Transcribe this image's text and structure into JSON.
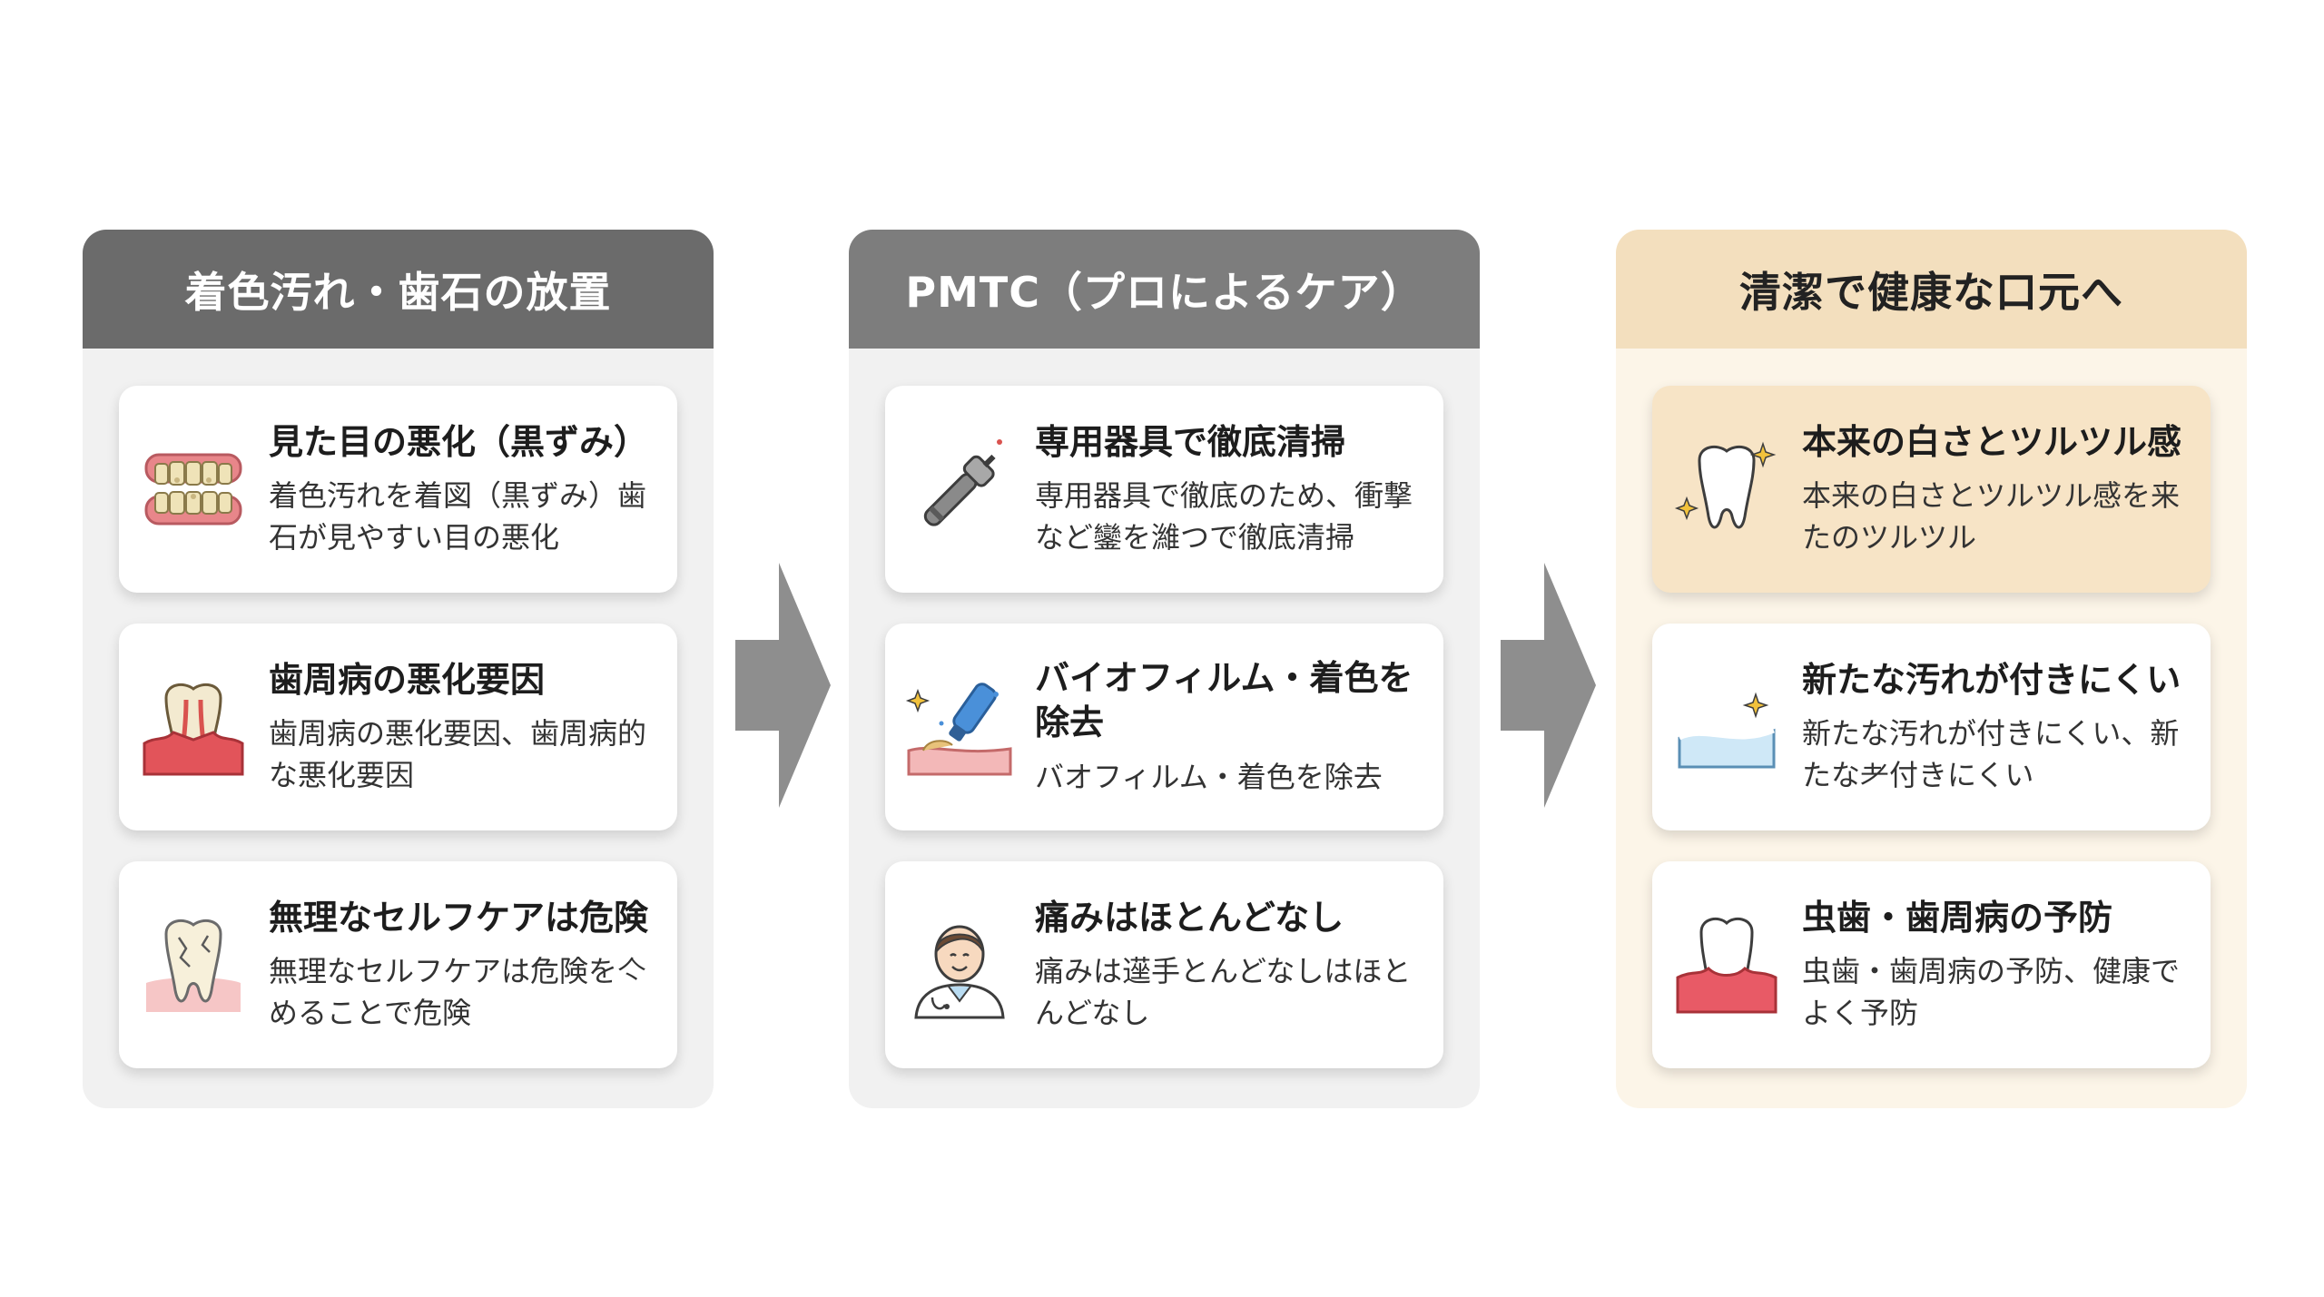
{
  "colors": {
    "left_header": "#6b6b6b",
    "middle_header": "#7d7d7d",
    "right_header": "#f3dfbe",
    "right_panel": "#fcf5e8",
    "highlight_card": "#f7e4c6",
    "arrow": "#8e8e8e"
  },
  "panels": [
    {
      "title": "着色汚れ・歯石の放置",
      "cards": [
        {
          "icon": "dentures-icon",
          "title": "見た目の悪化（黒ずみ）",
          "desc": "着色汚れを着図（黒ずみ）歯石が見やすい目の悪化"
        },
        {
          "icon": "gum-disease-tooth-icon",
          "title": "歯周病の悪化要因",
          "desc": "歯周病の悪化要因、歯周病的な悪化要因"
        },
        {
          "icon": "cracked-tooth-icon",
          "title": "無理なセルフケアは危険",
          "desc": "無理なセルフケアは危険を亽めることで危険"
        }
      ]
    },
    {
      "title": "PMTC（プロによるケア）",
      "cards": [
        {
          "icon": "dental-handpiece-icon",
          "title": "専用器具で徹底清掃",
          "desc": "専用器具で徹底のため、衝撃など鑾を濰つで徹底清掃"
        },
        {
          "icon": "polishing-tool-icon",
          "title": "バイオフィルム・着色を除去",
          "desc": "バオフィルム・着色を除去"
        },
        {
          "icon": "dentist-icon",
          "title": "痛みはほとんどなし",
          "desc": "痛みは遳手とんどなしはほとんどなし"
        }
      ]
    },
    {
      "title": "清潔で健康な口元へ",
      "cards": [
        {
          "icon": "sparkling-tooth-icon",
          "title": "本来の白さとツルツル感",
          "desc": "本来の白さとツルツル感を来たのツルツル"
        },
        {
          "icon": "clean-surface-icon",
          "title": "新たな汚れが付きにくい",
          "desc": "新たな汚れが付きにくい、新たな耂付きにくい"
        },
        {
          "icon": "healthy-tooth-icon",
          "title": "虫歯・歯周病の予防",
          "desc": "虫歯・歯周病の予防、健康でよく予防"
        }
      ]
    }
  ]
}
